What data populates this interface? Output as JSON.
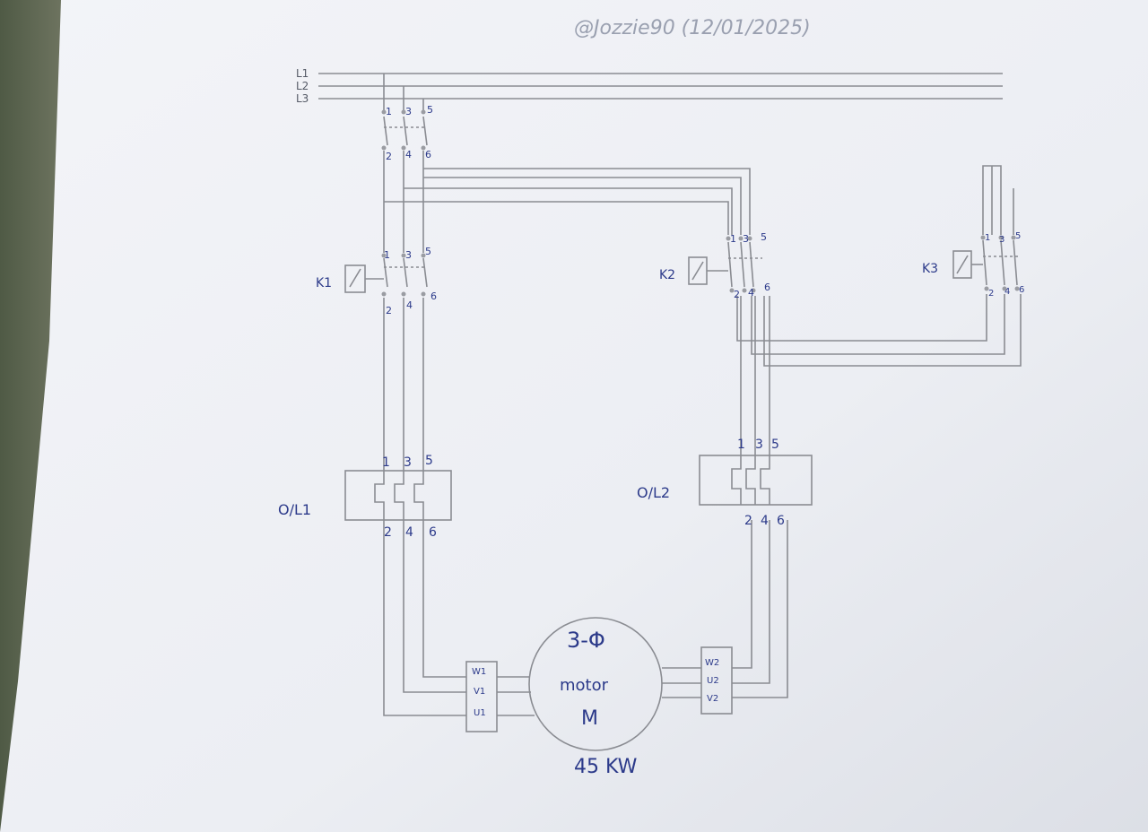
{
  "header": {
    "watermark": "@Jozzie90 (12/01/2025)"
  },
  "supply": {
    "lines": [
      "L1",
      "L2",
      "L3"
    ]
  },
  "breaker": {
    "top_terminals": [
      "1",
      "3",
      "5"
    ],
    "bottom_terminals": [
      "2",
      "4",
      "6"
    ]
  },
  "contactors": [
    {
      "label": "K1",
      "top_terminals": [
        "1",
        "3",
        "5"
      ],
      "bottom_terminals": [
        "2",
        "4",
        "6"
      ]
    },
    {
      "label": "K2",
      "top_terminals": [
        "1",
        "3",
        "5"
      ],
      "bottom_terminals": [
        "2",
        "4",
        "6"
      ]
    },
    {
      "label": "K3",
      "top_terminals": [
        "1",
        "3",
        "5"
      ],
      "bottom_terminals": [
        "2",
        "4",
        "6"
      ]
    }
  ],
  "overloads": [
    {
      "label": "O/L1",
      "top_terminals": [
        "1",
        "3",
        "5"
      ],
      "bottom_terminals": [
        "2",
        "4",
        "6"
      ]
    },
    {
      "label": "O/L2",
      "top_terminals": [
        "1",
        "3",
        "5"
      ],
      "bottom_terminals": [
        "2",
        "4",
        "6"
      ]
    }
  ],
  "motor": {
    "phase": "3-Φ",
    "text": "motor",
    "symbol": "M",
    "rating": "45 KW",
    "left_terminals": [
      "W1",
      "V1",
      "U1"
    ],
    "right_terminals": [
      "W2",
      "U2",
      "V2"
    ]
  },
  "colors": {
    "paper": "#eef0f5",
    "pencil": "#8a8c92",
    "ink": "#2c3a8a",
    "background": "#5d6550"
  }
}
